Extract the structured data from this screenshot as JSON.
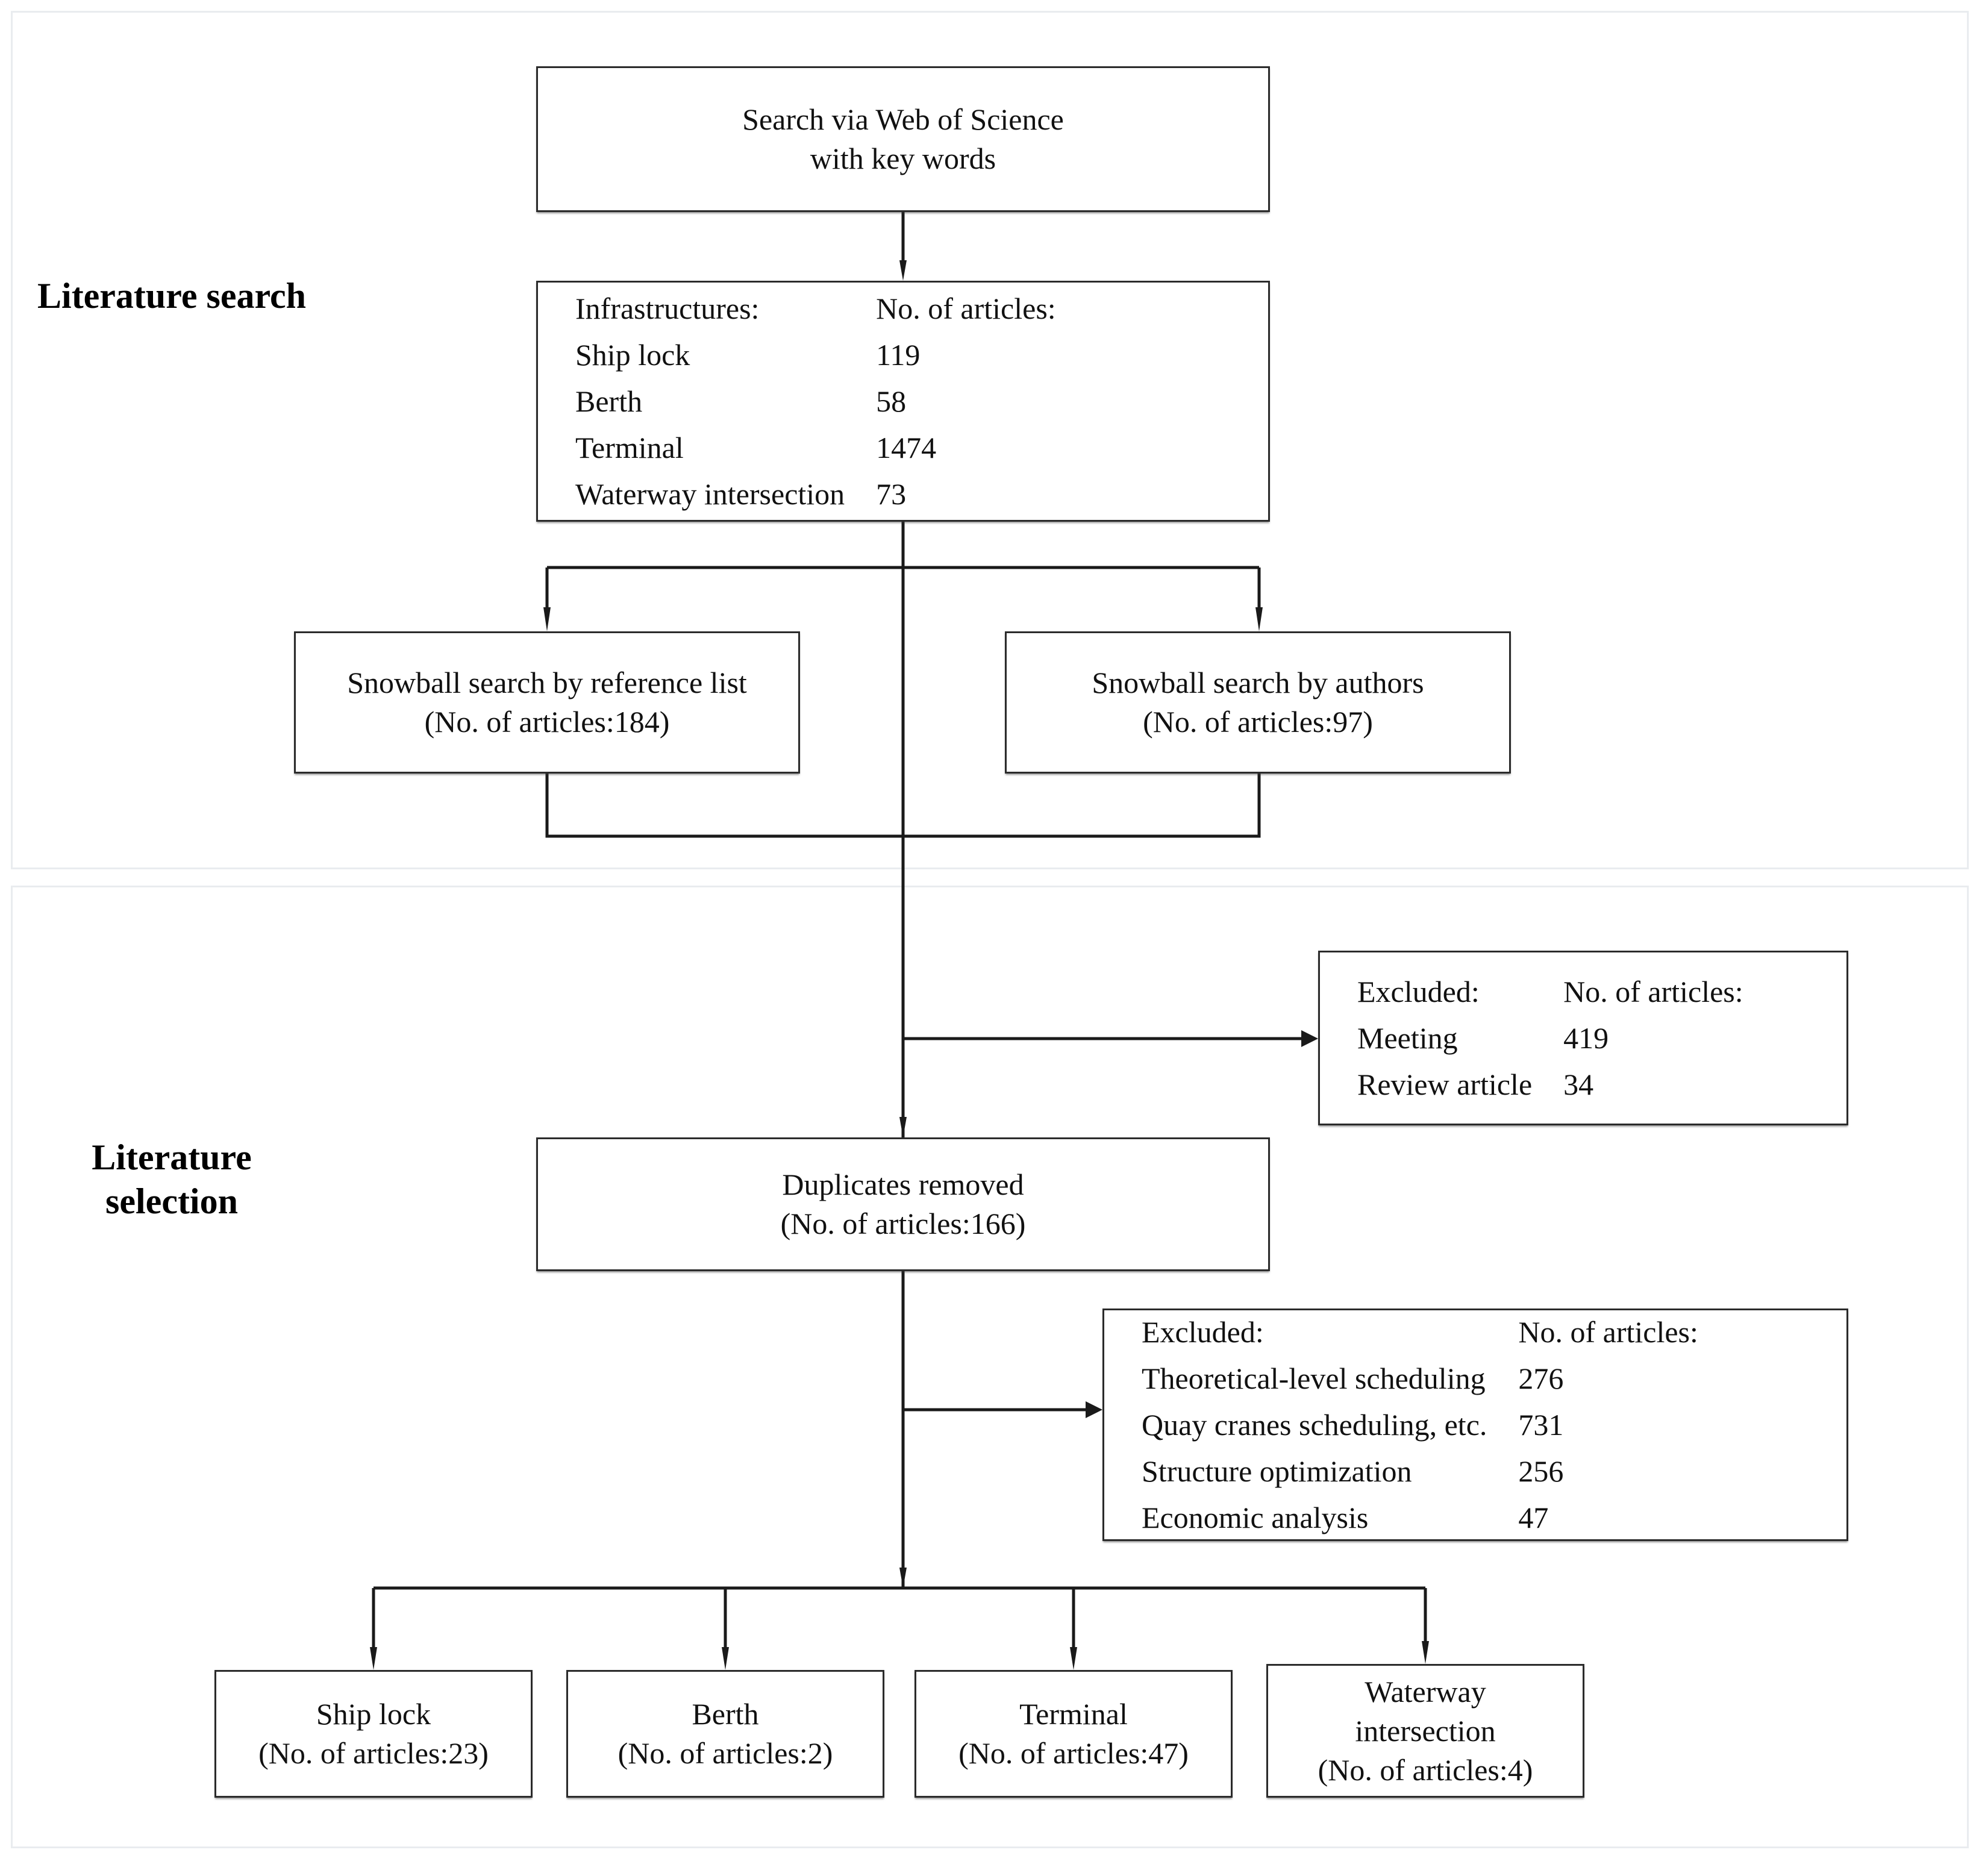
{
  "figure": {
    "type": "flowchart",
    "title": "Literature search and selection flow diagram"
  },
  "stages": {
    "search_label": "Literature\nsearch",
    "search_label_line1": "Literature",
    "search_label_line2": "search",
    "selection_label_line1": "Literature",
    "selection_label_line2": "selection"
  },
  "nodes": {
    "search_source": {
      "line1": "Search via Web of Science",
      "line2": "with key words"
    },
    "infrastructures": {
      "header_left": "Infrastructures:",
      "header_right": "No. of articles:",
      "rows": [
        {
          "label": "Ship lock",
          "count": "119"
        },
        {
          "label": "Berth",
          "count": "58"
        },
        {
          "label": "Terminal",
          "count": "1474"
        },
        {
          "label": "Waterway intersection",
          "count": "73"
        }
      ]
    },
    "snowball_reference": {
      "line1": "Snowball search by reference list",
      "line2": "(No. of articles:184)"
    },
    "snowball_authors": {
      "line1": "Snowball search by authors",
      "line2": "(No. of articles:97)"
    },
    "excluded_first": {
      "header_left": "Excluded:",
      "header_right": "No. of articles:",
      "rows": [
        {
          "label": "Meeting",
          "count": "419"
        },
        {
          "label": "Review article",
          "count": "34"
        }
      ]
    },
    "duplicates_removed": {
      "line1": "Duplicates removed",
      "line2": "(No. of articles:166)"
    },
    "excluded_second": {
      "header_left": "Excluded:",
      "header_right": "No. of articles:",
      "rows": [
        {
          "label": "Theoretical-level scheduling",
          "count": "276"
        },
        {
          "label": "Quay cranes scheduling, etc.",
          "count": "731"
        },
        {
          "label": "Structure optimization",
          "count": "256"
        },
        {
          "label": "Economic analysis",
          "count": "47"
        }
      ]
    },
    "outcomes": [
      {
        "line1": "Ship lock",
        "line2": "(No. of articles:23)"
      },
      {
        "line1": "Berth",
        "line2": "(No. of articles:2)"
      },
      {
        "line1": "Terminal",
        "line2": "(No. of articles:47)"
      },
      {
        "line1": "Waterway",
        "line2": "intersection",
        "line3": "(No. of articles:4)"
      }
    ]
  },
  "colors": {
    "box_border": "#2b2b2b",
    "panel_border": "#e9ecef",
    "connector": "#1a1a1a",
    "text": "#111111",
    "background": "#ffffff"
  }
}
